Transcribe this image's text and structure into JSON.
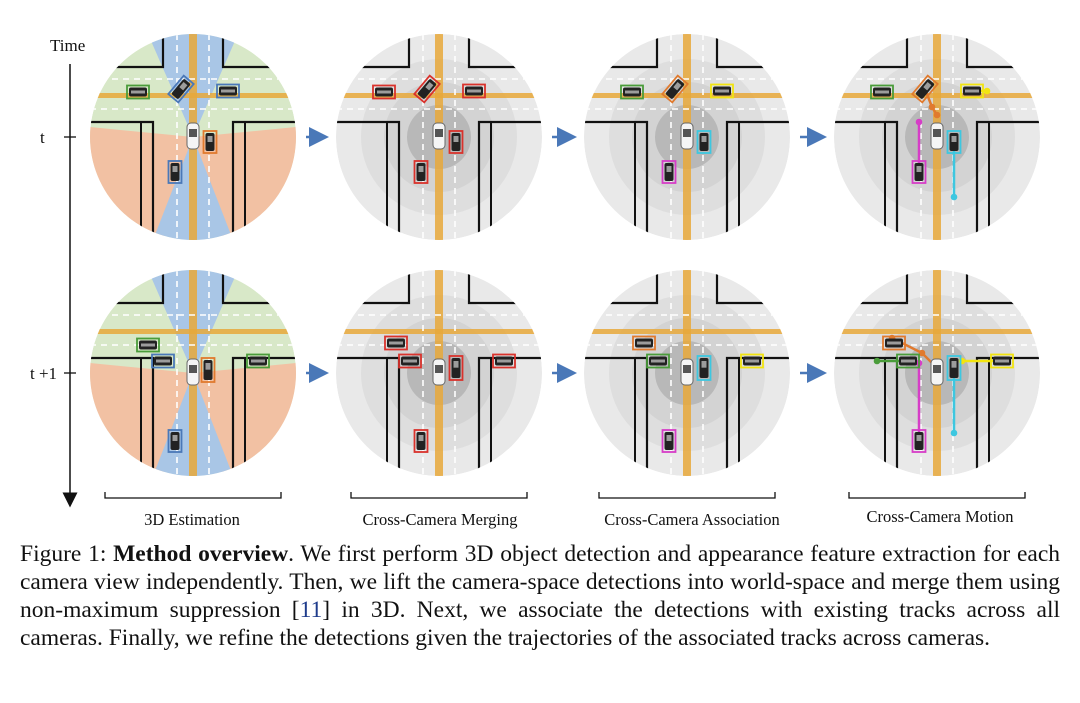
{
  "figure": {
    "time_axis_label": "Time",
    "row_labels": [
      "t",
      "t +1"
    ],
    "stage_labels": [
      "3D Estimation",
      "Cross-Camera Merging",
      "Cross-Camera Association",
      "Cross-Camera Motion"
    ]
  },
  "caption": {
    "prefix": "Figure 1:",
    "title": "Method overview",
    "text_before_ref": ". We first perform 3D object detection and appearance feature extraction for each camera view independently.  Then, we lift the camera-space detections into world-space and merge them using non-maximum suppression [",
    "ref": "11",
    "text_after_ref": "] in 3D. Next, we associate the detections with existing tracks across all cameras.  Finally, we refine the detections given the trajectories of the associated tracks across cameras."
  },
  "colors": {
    "road_line": "#111111",
    "lane_center": "#e8a83a",
    "sector_blue": "#a9c6e6",
    "sector_orange": "#f2c1a3",
    "sector_green": "#d8e8c8",
    "ring_light": "#e9e9e9",
    "ring_mid": "#d3d3d3",
    "ring_dark": "#b8b8b8",
    "arrow": "#4a78b8",
    "detection_red": "#d9322c",
    "track_orange": "#e07a2e",
    "track_yellow": "#f2e40f",
    "track_magenta": "#d63dc7",
    "track_cyan": "#3dc7e0",
    "track_green": "#4a9c3a"
  }
}
